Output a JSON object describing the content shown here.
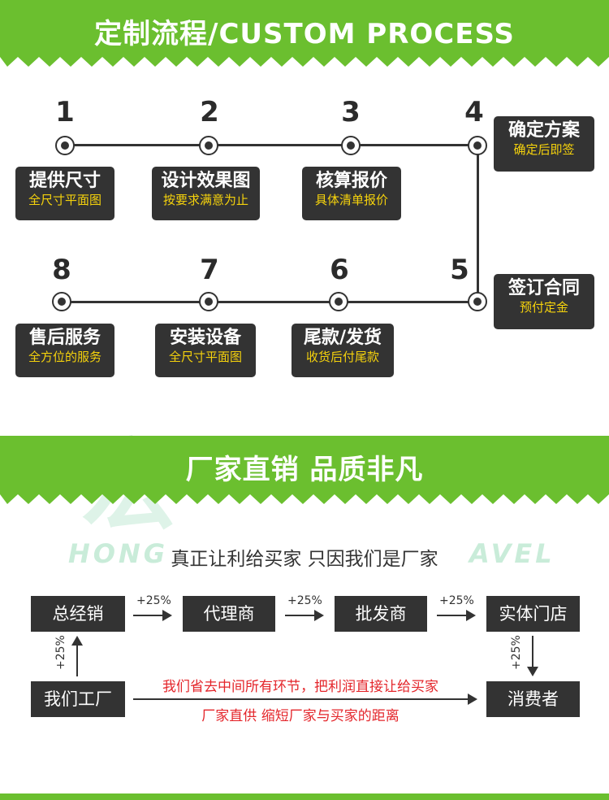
{
  "process": {
    "title": "定制流程/CUSTOM PROCESS",
    "steps": [
      {
        "num": "1",
        "title": "提供尺寸",
        "sub": "全尺寸平面图"
      },
      {
        "num": "2",
        "title": "设计效果图",
        "sub": "按要求满意为止"
      },
      {
        "num": "3",
        "title": "核算报价",
        "sub": "具体清单报价"
      },
      {
        "num": "4",
        "title": "确定方案",
        "sub": "确定后即签"
      },
      {
        "num": "5",
        "title": "签订合同",
        "sub": "预付定金"
      },
      {
        "num": "6",
        "title": "尾款/发货",
        "sub": "收货后付尾款"
      },
      {
        "num": "7",
        "title": "安装设备",
        "sub": "全尺寸平面图"
      },
      {
        "num": "8",
        "title": "售后服务",
        "sub": "全方位的服务"
      }
    ]
  },
  "factory": {
    "title": "厂家直销 品质非凡",
    "watermark_cn": "宏",
    "watermark_en": "HONG",
    "watermark_en2": "AVEL",
    "subtitle": "真正让利给买家 只因我们是厂家",
    "chain": [
      "总经销",
      "代理商",
      "批发商",
      "实体门店"
    ],
    "factory_box": "我们工厂",
    "consumer_box": "消费者",
    "markup": "+25%",
    "note1": "我们省去中间所有环节，把利润直接让给买家",
    "note2": "厂家直供 缩短厂家与买家的距离"
  },
  "colors": {
    "green": "#6bbf2f",
    "dark": "#333333",
    "yellow": "#f5d20c",
    "red": "#e4262b"
  }
}
